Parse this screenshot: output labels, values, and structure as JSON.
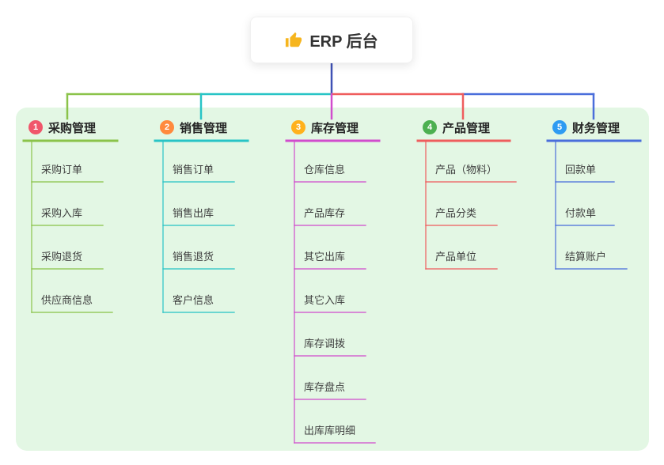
{
  "root": {
    "label": "ERP 后台",
    "icon": "thumbs-up-icon",
    "icon_color": "#f6b51e",
    "stem_color": "#3f51b5"
  },
  "canvas": {
    "panel_background": "#e3f7e4"
  },
  "branches": [
    {
      "index": "1",
      "label": "采购管理",
      "badge_color": "#f0566b",
      "line_color": "#8bc34a",
      "children": [
        "采购订单",
        "采购入库",
        "采购退货",
        "供应商信息"
      ]
    },
    {
      "index": "2",
      "label": "销售管理",
      "badge_color": "#ff8a3d",
      "line_color": "#28c4c6",
      "children": [
        "销售订单",
        "销售出库",
        "销售退货",
        "客户信息"
      ]
    },
    {
      "index": "3",
      "label": "库存管理",
      "badge_color": "#ffb11b",
      "line_color": "#d14ccd",
      "children": [
        "仓库信息",
        "产品库存",
        "其它出库",
        "其它入库",
        "库存调拨",
        "库存盘点",
        "出库库明细"
      ]
    },
    {
      "index": "4",
      "label": "产品管理",
      "badge_color": "#4cb050",
      "line_color": "#ef5d5d",
      "children": [
        "产品（物料）",
        "产品分类",
        "产品单位"
      ]
    },
    {
      "index": "5",
      "label": "财务管理",
      "badge_color": "#2e9bf2",
      "line_color": "#4a6edb",
      "children": [
        "回款单",
        "付款单",
        "结算账户"
      ]
    }
  ]
}
